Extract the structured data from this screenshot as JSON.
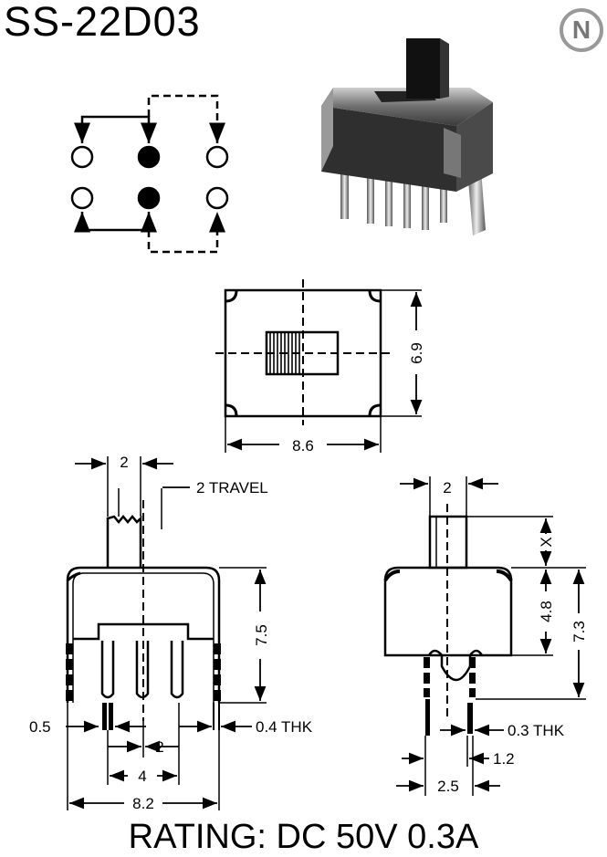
{
  "title": "SS-22D03",
  "logo_letter": "N",
  "rating": "RATING: DC 50V 0.3A",
  "top_view": {
    "width": "8.6",
    "height": "6.9"
  },
  "front_view": {
    "actuator_width": "2",
    "travel": "2 TRAVEL",
    "height": "7.5",
    "thickness": "0.4 THK",
    "pin_width": "0.5",
    "pitch": "2",
    "span_inner": "4",
    "span_outer": "8.2"
  },
  "side_view": {
    "actuator_width": "2",
    "actuator_height": "X",
    "body_height": "4.8",
    "total_height": "7.3",
    "thickness": "0.3 THK",
    "pin_gap": "1.2",
    "span": "2.5"
  }
}
